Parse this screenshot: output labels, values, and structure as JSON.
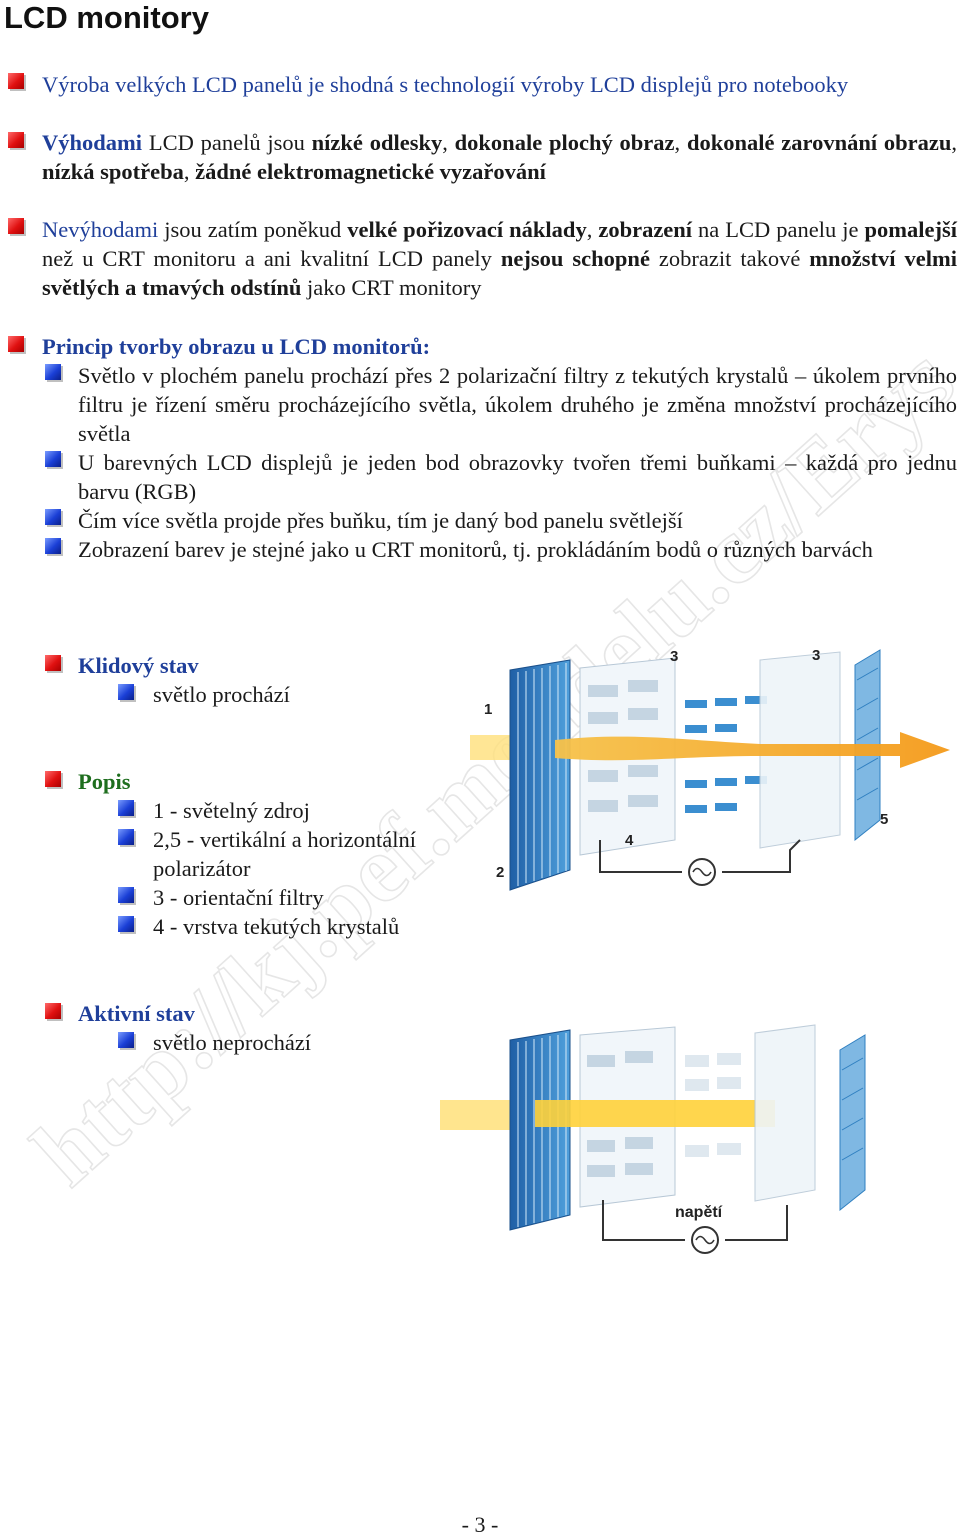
{
  "title": "LCD monitory",
  "intro": "Výroba  velkých LCD panelů je shodná s technologií výroby LCD displejů pro notebooky",
  "advantages": {
    "lead": "Výhodami",
    "t1": " LCD panelů jsou ",
    "b1": "nízké odlesky",
    "t2": ", ",
    "b2": "dokonale plochý obraz",
    "t3": ", ",
    "b3": "dokonalé zarovnání obrazu",
    "t4": ", ",
    "b4": "nízká spotřeba",
    "t5": ", ",
    "b5": "žádné elektromagnetické vyzařování"
  },
  "disadvantages": {
    "lead": "Nevýhodami",
    "t1": " jsou zatím poněkud ",
    "b1": "velké pořizovací náklady",
    "t2": ", ",
    "b2": "zobrazení",
    "t3": " na LCD panelu je ",
    "b3": "pomalejší",
    "t4": " než u CRT monitoru a ani kvalitní LCD panely ",
    "b4": "nejsou schopné",
    "t5": " zobrazit takové ",
    "b5": "množství velmi světlých a tmavých odstínů",
    "t6": " jako CRT monitory"
  },
  "principle": {
    "heading": "Princip tvorby obrazu u LCD monitorů:",
    "items": [
      "Světlo v plochém panelu prochází přes 2 polarizační filtry z tekutých krystalů – úkolem prvního filtru je řízení směru procházejícího světla, úkolem druhého je změna množství procházejícího světla",
      "U barevných LCD displejů je jeden bod obrazovky tvořen třemi buňkami – každá pro jednu barvu (RGB)",
      "Čím více světla projde přes buňku, tím je daný bod panelu světlejší",
      "Zobrazení barev je stejné jako u CRT monitorů, tj. prokládáním bodů o různých barvách"
    ]
  },
  "idle": {
    "heading": "Klidový stav",
    "sub": "světlo prochází"
  },
  "legend": {
    "heading": "Popis",
    "items": [
      "1 - světelný zdroj",
      "2,5 - vertikální a horizontální polarizátor",
      "3 - orientační filtry",
      "4 - vrstva tekutých krystalů"
    ]
  },
  "active": {
    "heading": "Aktivní stav",
    "sub": "světlo neprochází"
  },
  "diagram1": {
    "labels": [
      "1",
      "2",
      "3",
      "3",
      "4",
      "5"
    ]
  },
  "diagram2": {
    "voltage_label": "napětí"
  },
  "watermark": "http://kj.pef.mendelu.cz/Erys",
  "page_number": "- 3 -",
  "colors": {
    "heading_blue": "#1f3f9a",
    "heading_green": "#1e6e1e",
    "arrow_orange": "#f5a623",
    "panel_blue": "#2f7fc0"
  }
}
